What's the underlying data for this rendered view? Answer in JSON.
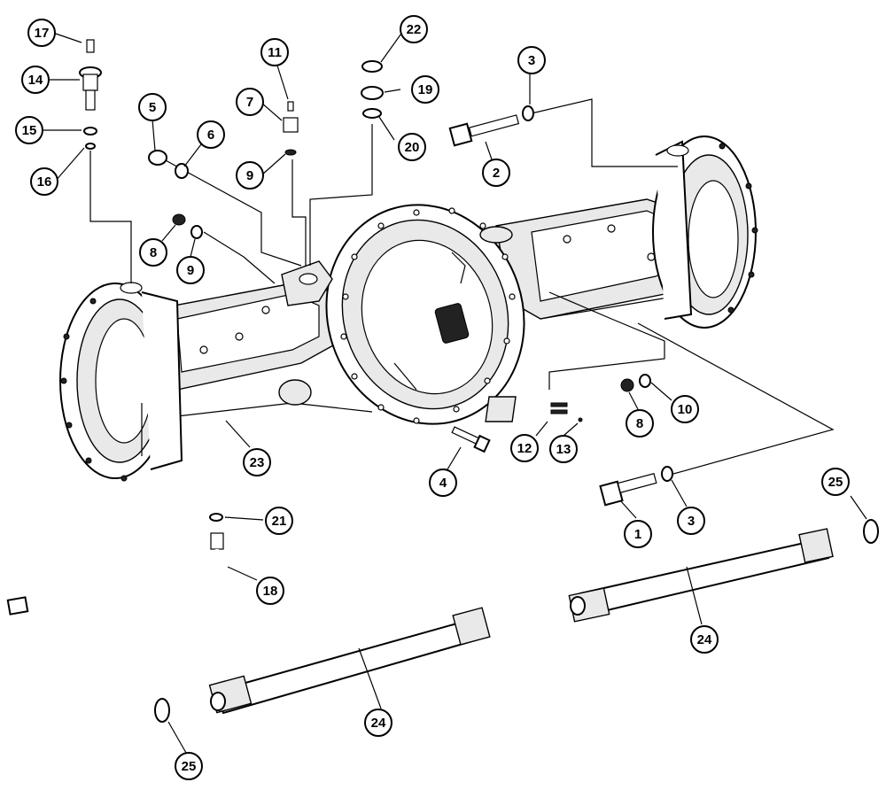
{
  "callouts": [
    {
      "id": "c17",
      "label": "17"
    },
    {
      "id": "c14",
      "label": "14"
    },
    {
      "id": "c15",
      "label": "15"
    },
    {
      "id": "c16",
      "label": "16"
    },
    {
      "id": "c5",
      "label": "5"
    },
    {
      "id": "c6",
      "label": "6"
    },
    {
      "id": "c11",
      "label": "11"
    },
    {
      "id": "c7",
      "label": "7"
    },
    {
      "id": "c9a",
      "label": "9"
    },
    {
      "id": "c22",
      "label": "22"
    },
    {
      "id": "c19",
      "label": "19"
    },
    {
      "id": "c20",
      "label": "20"
    },
    {
      "id": "c3a",
      "label": "3"
    },
    {
      "id": "c2",
      "label": "2"
    },
    {
      "id": "c8a",
      "label": "8"
    },
    {
      "id": "c9b",
      "label": "9"
    },
    {
      "id": "c8b",
      "label": "8"
    },
    {
      "id": "c10",
      "label": "10"
    },
    {
      "id": "c12",
      "label": "12"
    },
    {
      "id": "c13",
      "label": "13"
    },
    {
      "id": "c4",
      "label": "4"
    },
    {
      "id": "c23",
      "label": "23"
    },
    {
      "id": "c1",
      "label": "1"
    },
    {
      "id": "c3b",
      "label": "3"
    },
    {
      "id": "c25a",
      "label": "25"
    },
    {
      "id": "c21",
      "label": "21"
    },
    {
      "id": "c18",
      "label": "18"
    },
    {
      "id": "c24a",
      "label": "24"
    },
    {
      "id": "c24b",
      "label": "24"
    },
    {
      "id": "c25b",
      "label": "25"
    }
  ]
}
